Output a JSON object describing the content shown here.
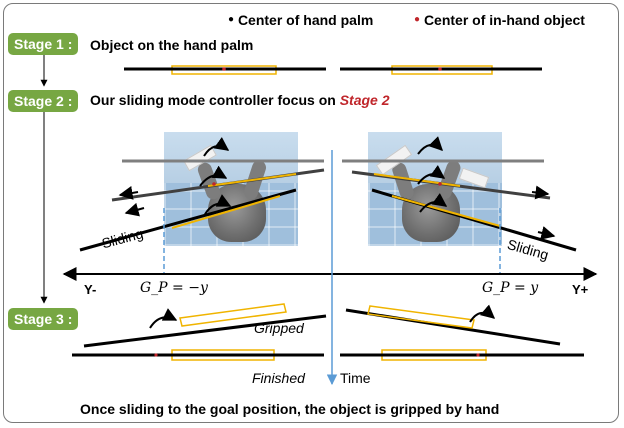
{
  "legend": {
    "palm_label": "Center of hand palm",
    "object_label": "Center of in-hand object",
    "palm_color": "#000000",
    "object_color": "#c0262b"
  },
  "stages": [
    {
      "badge": "Stage 1 :",
      "description": "Object on the hand palm"
    },
    {
      "badge": "Stage 2 :",
      "description_prefix": "Our sliding mode controller focus on ",
      "description_highlight": "Stage 2"
    },
    {
      "badge": "Stage 3 :"
    }
  ],
  "labels": {
    "sliding_left": "Sliding",
    "sliding_right": "Sliding",
    "goal_left": "G_P = −y",
    "goal_right": "G_P = y",
    "axis_neg": "Y-",
    "axis_pos": "Y+",
    "gripped": "Gripped",
    "finished": "Finished",
    "time": "Time",
    "caption": "Once sliding to the goal position, the object is gripped by hand"
  },
  "colors": {
    "stage_badge": "#77a743",
    "object_outline": "#f0b400",
    "highlight_red": "#c0262b",
    "divider_blue": "#5b9bd5",
    "palm_line": "#000000"
  }
}
